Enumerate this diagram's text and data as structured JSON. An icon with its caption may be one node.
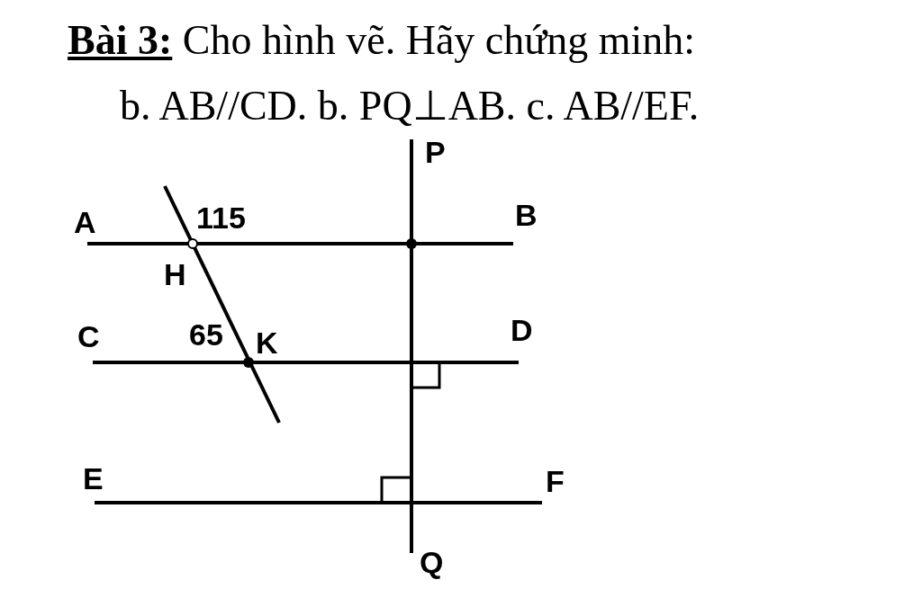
{
  "diagram": {
    "title": "**Bài 3:** Cho hình vẽ. Hãy chứng minh:",
    "labels": [
      "b.  AB//CD.  b. PQ⊥AB.  c. AB//EF.",
      "P",
      "A",
      "115",
      "B",
      "H",
      "C",
      "65",
      "K",
      "D",
      "E",
      "F",
      "Q"
    ]
  }
}
